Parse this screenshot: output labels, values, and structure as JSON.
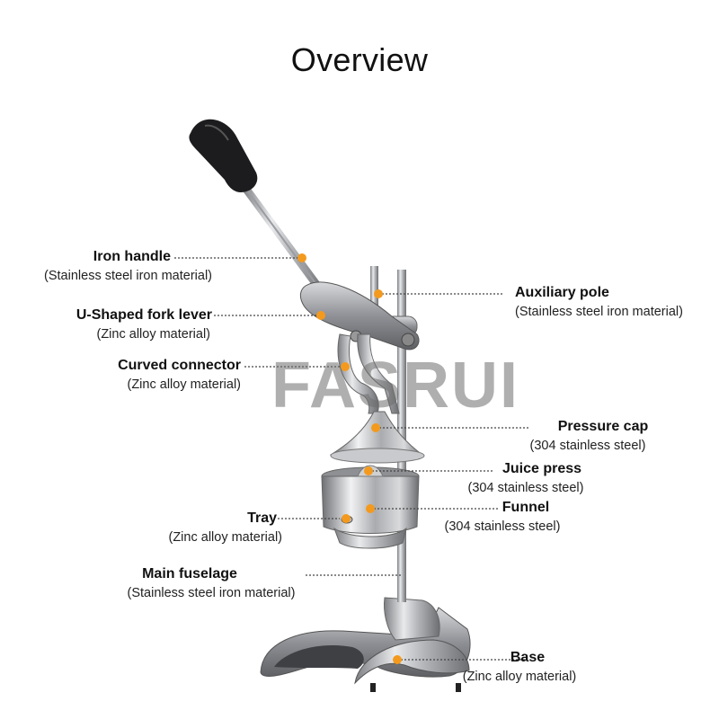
{
  "title": "Overview",
  "watermark": "FASRUI",
  "accent_color": "#f39a1e",
  "parts": [
    {
      "name": "Iron handle",
      "material": "(Stainless steel iron material)"
    },
    {
      "name": "U-Shaped fork lever",
      "material": "(Zinc alloy material)"
    },
    {
      "name": "Curved connector",
      "material": "(Zinc alloy material)"
    },
    {
      "name": "Tray",
      "material": "(Zinc alloy material)"
    },
    {
      "name": "Main fuselage",
      "material": "(Stainless steel iron material)"
    },
    {
      "name": "Auxiliary pole",
      "material": "(Stainless steel iron material)"
    },
    {
      "name": "Pressure cap",
      "material": "(304 stainless steel)"
    },
    {
      "name": "Juice press",
      "material": "(304 stainless steel)"
    },
    {
      "name": "Funnel",
      "material": "(304 stainless steel)"
    },
    {
      "name": "Base",
      "material": "(Zinc alloy material)"
    }
  ]
}
